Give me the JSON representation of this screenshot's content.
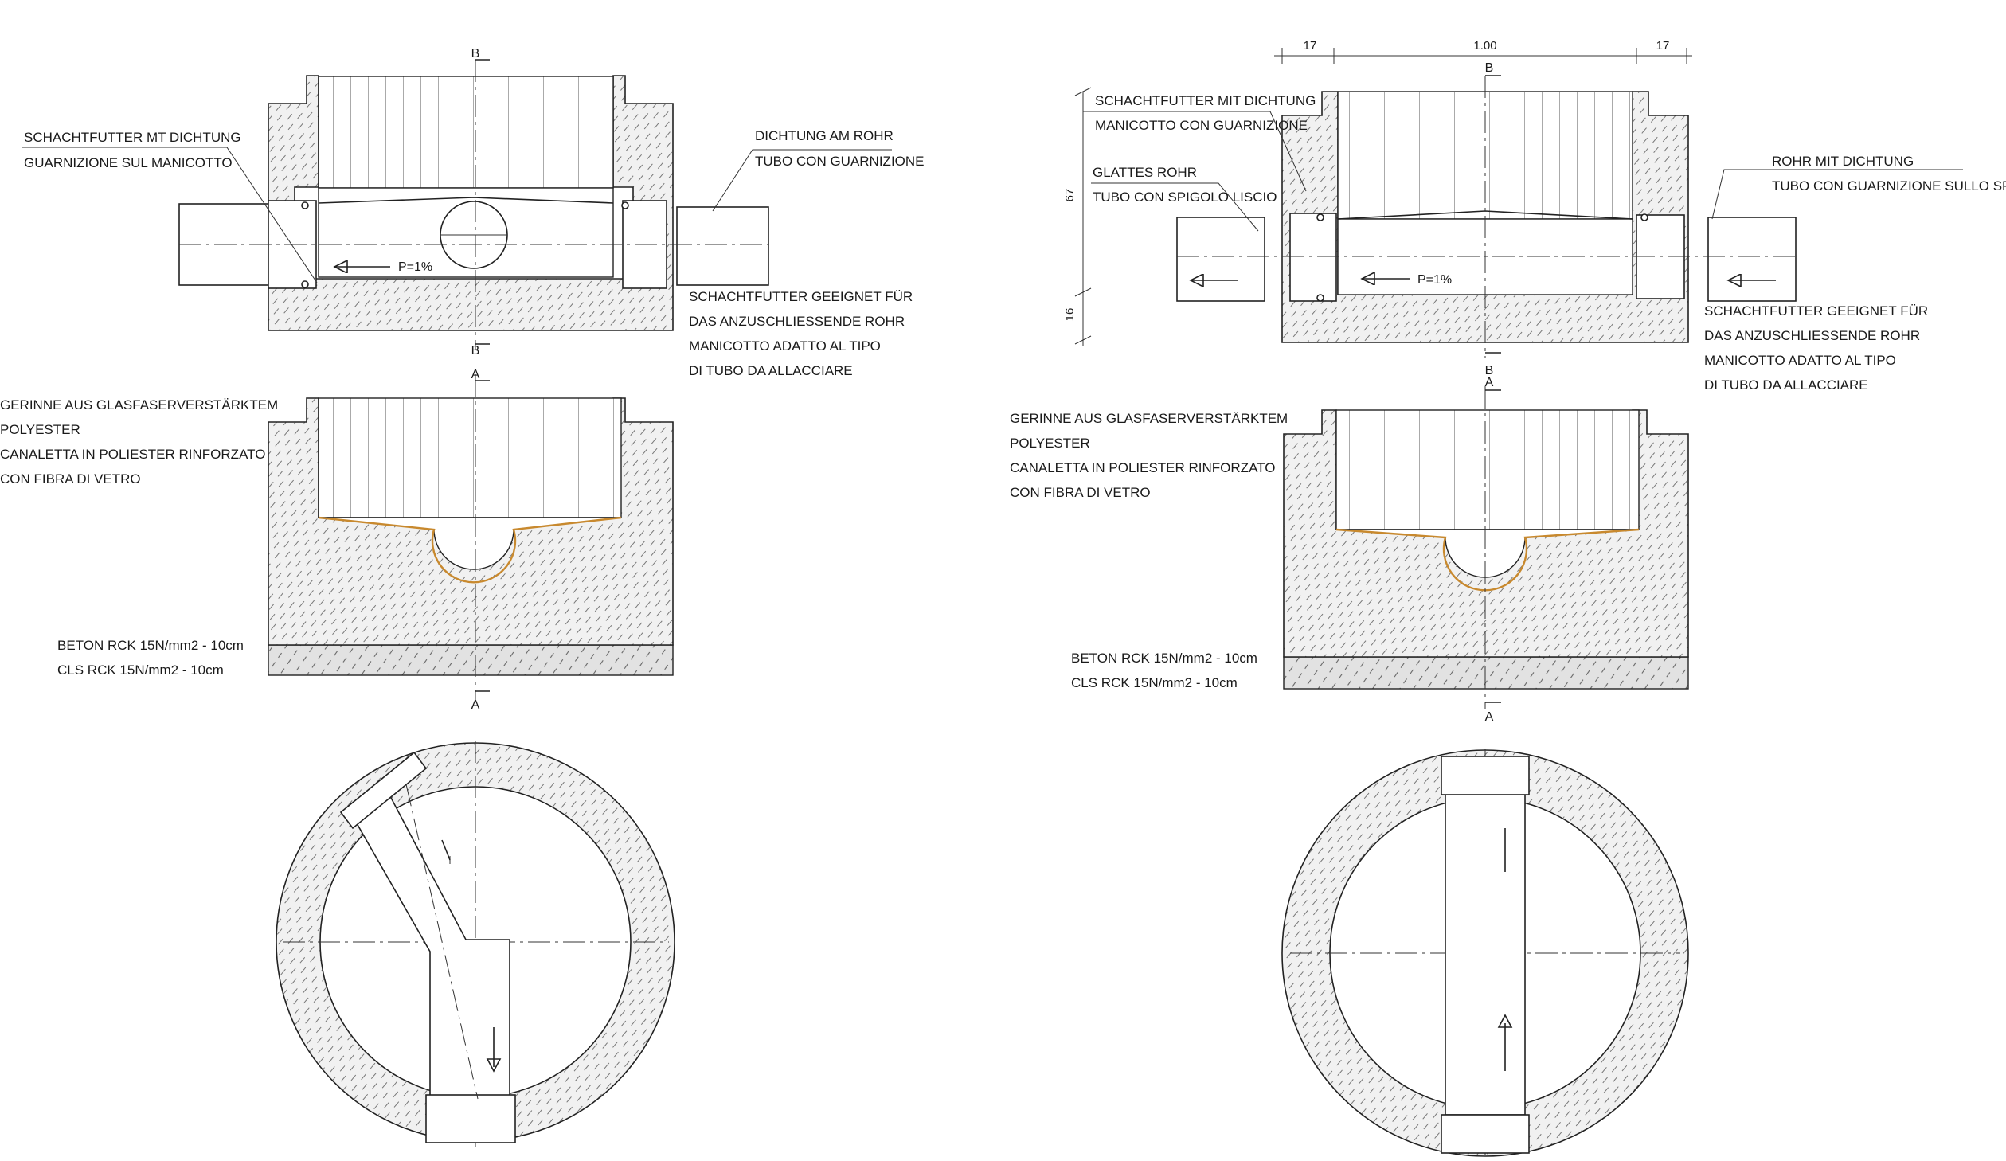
{
  "left_drawing": {
    "section_marks": {
      "b_top": "B",
      "b_bottom": "B",
      "a_top": "A",
      "a_bottom": "A"
    },
    "slope": "P=1%",
    "callouts": {
      "schachtfutter_de": "SCHACHTFUTTER MT DICHTUNG",
      "schachtfutter_it": "GUARNIZIONE SUL MANICOTTO",
      "dichtung_de": "DICHTUNG AM ROHR",
      "dichtung_it": "TUBO CON GUARNIZIONE",
      "geeignet_1": "SCHACHTFUTTER GEEIGNET FÜR",
      "geeignet_2": "DAS ANZUSCHLIESSENDE ROHR",
      "geeignet_3": "MANICOTTO ADATTO AL TIPO",
      "geeignet_4": "DI TUBO DA ALLACCIARE",
      "gerinne_1": "GERINNE AUS GLASFASERVERSTÄRKTEM",
      "gerinne_2": "POLYESTER",
      "gerinne_3": "CANALETTA IN POLIESTER RINFORZATO",
      "gerinne_4": "CON FIBRA DI VETRO",
      "beton_de": "BETON RCK 15N/mm2 - 10cm",
      "beton_it": "CLS RCK 15N/mm2 - 10cm"
    }
  },
  "right_drawing": {
    "section_marks": {
      "b_top": "B",
      "b_bottom": "B",
      "a_top": "A",
      "a_bottom": "A"
    },
    "slope": "P=1%",
    "dimensions": {
      "left_17": "17",
      "width": "1.00",
      "right_17": "17",
      "height_67": "67",
      "height_16": "16"
    },
    "callouts": {
      "schachtfutter_de": "SCHACHTFUTTER MIT DICHTUNG",
      "schachtfutter_it": "MANICOTTO CON GUARNIZIONE",
      "glattes_de": "GLATTES ROHR",
      "glattes_it": "TUBO CON SPIGOLO LISCIO",
      "rohr_de": "ROHR MIT DICHTUNG",
      "rohr_it": "TUBO CON GUARNIZIONE SULLO SPIGOLO",
      "geeignet_1": "SCHACHTFUTTER GEEIGNET FÜR",
      "geeignet_2": "DAS ANZUSCHLIESSENDE ROHR",
      "geeignet_3": "MANICOTTO ADATTO AL TIPO",
      "geeignet_4": "DI TUBO DA ALLACCIARE",
      "gerinne_1": "GERINNE AUS GLASFASERVERSTÄRKTEM",
      "gerinne_2": "POLYESTER",
      "gerinne_3": "CANALETTA IN POLIESTER RINFORZATO",
      "gerinne_4": "CON FIBRA DI VETRO",
      "beton_de": "BETON RCK 15N/mm2 - 10cm",
      "beton_it": "CLS RCK 15N/mm2 - 10cm"
    }
  },
  "colors": {
    "line": "#222222",
    "gel_coat": "#c8892e",
    "background": "#ffffff"
  }
}
